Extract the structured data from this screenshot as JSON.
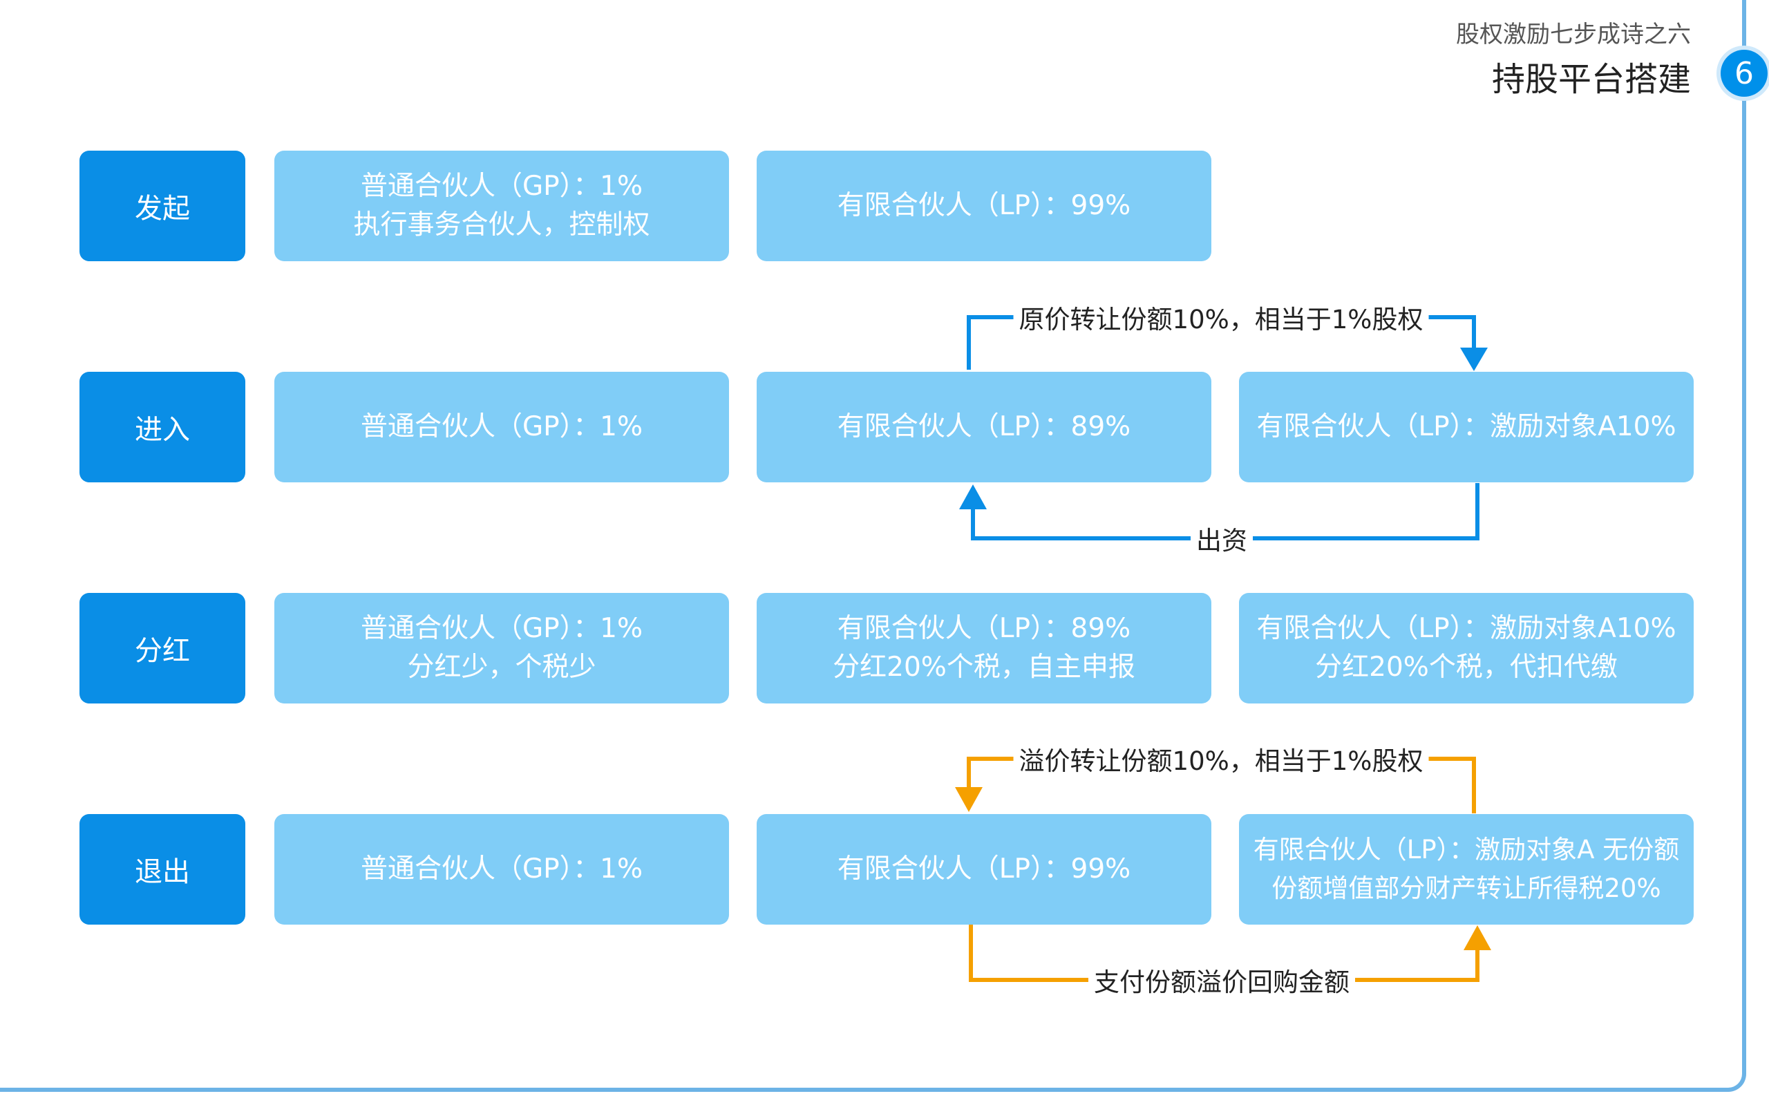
{
  "header": {
    "subtitle": "股权激励七步成诗之六",
    "title": "持股平台搭建",
    "badge": "6"
  },
  "colors": {
    "stage": "#0a8ee6",
    "box": "#80cdf7",
    "blue_line": "#0a8ee6",
    "orange_line": "#f5a000",
    "frame": "#6cb3e6"
  },
  "rows": [
    {
      "stage": "发起",
      "gp": [
        "普通合伙人（GP）：1%",
        "执行事务合伙人，控制权"
      ],
      "lp": [
        "有限合伙人（LP）：99%"
      ],
      "lp2": []
    },
    {
      "stage": "进入",
      "gp": [
        "普通合伙人（GP）：1%"
      ],
      "lp": [
        "有限合伙人（LP）：89%"
      ],
      "lp2": [
        "有限合伙人（LP）：激励对象A10%"
      ]
    },
    {
      "stage": "分红",
      "gp": [
        "普通合伙人（GP）：1%",
        "分红少，个税少"
      ],
      "lp": [
        "有限合伙人（LP）：89%",
        "分红20%个税，自主申报"
      ],
      "lp2": [
        "有限合伙人（LP）：激励对象A10%",
        "分红20%个税，代扣代缴"
      ]
    },
    {
      "stage": "退出",
      "gp": [
        "普通合伙人（GP）：1%"
      ],
      "lp": [
        "有限合伙人（LP）：99%"
      ],
      "lp2": [
        "有限合伙人（LP）：激励对象A 无份额",
        "份额增值部分财产转让所得税20%"
      ]
    }
  ],
  "flows": {
    "enter_top": "原价转让份额10%，相当于1%股权",
    "enter_bottom": "出资",
    "exit_top": "溢价转让份额10%，相当于1%股权",
    "exit_bottom": "支付份额溢价回购金额"
  }
}
